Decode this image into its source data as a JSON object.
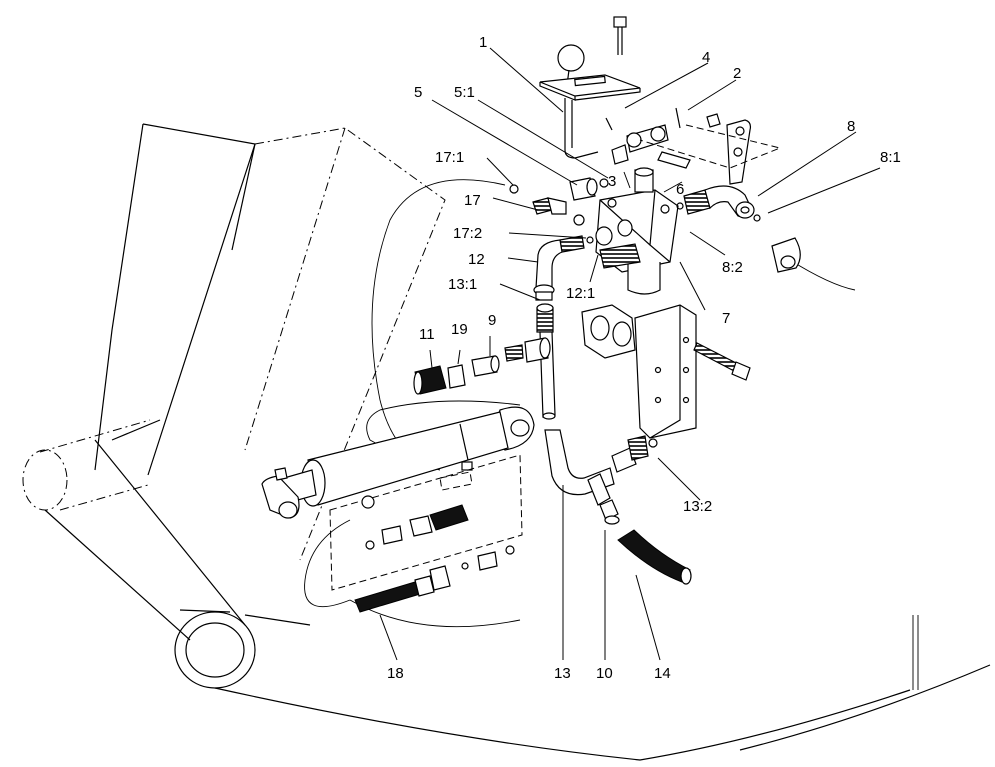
{
  "labels": {
    "l1": "1",
    "l2": "2",
    "l3": "3",
    "l4": "4",
    "l5": "5",
    "l5_1": "5:1",
    "l6": "6",
    "l7": "7",
    "l8": "8",
    "l8_1": "8:1",
    "l8_2": "8:2",
    "l9": "9",
    "l10": "10",
    "l11": "11",
    "l12": "12",
    "l12_1": "12:1",
    "l13": "13",
    "l13_1": "13:1",
    "l13_2": "13:2",
    "l14": "14",
    "l17": "17",
    "l17_1": "17:1",
    "l17_2": "17:2",
    "l18": "18",
    "l19": "19"
  }
}
